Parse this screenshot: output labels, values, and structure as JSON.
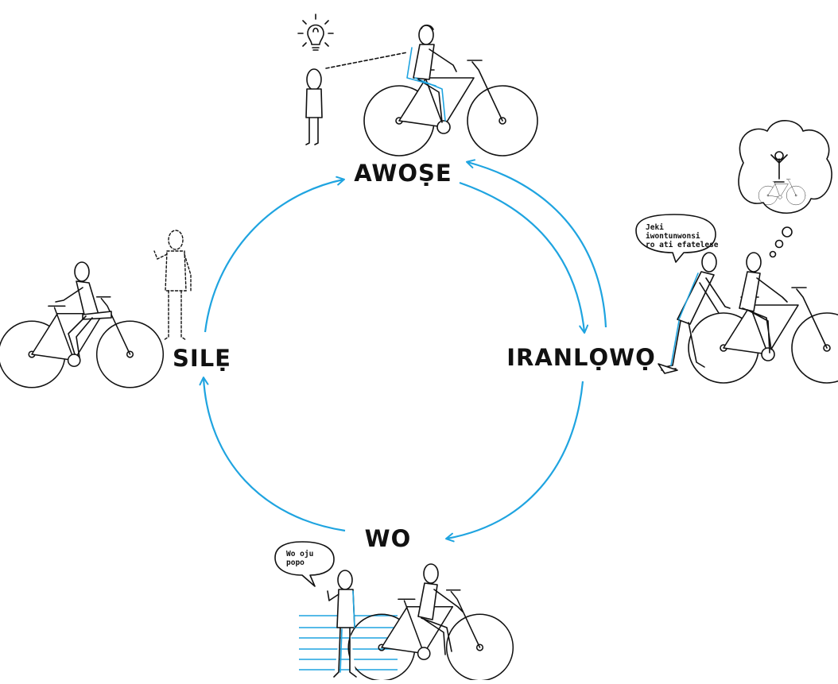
{
  "colors": {
    "arrow": "#1fa4e0",
    "ink": "#111111",
    "accent": "#1fa4e0",
    "background": "#ffffff"
  },
  "stages": {
    "top": "AWOṢE",
    "right": "IRANLỌWỌ",
    "bottom": "WO",
    "left": "SILẸ"
  },
  "bubbles": {
    "helper": [
      "Jeki",
      "iwontunwonsi",
      "ro ati efatelese"
    ],
    "watcher": [
      "Wo oju",
      "popo"
    ]
  },
  "icons": [
    "lightbulb-icon",
    "bicycle-icon",
    "thought-cloud-icon",
    "speech-bubble-icon"
  ]
}
